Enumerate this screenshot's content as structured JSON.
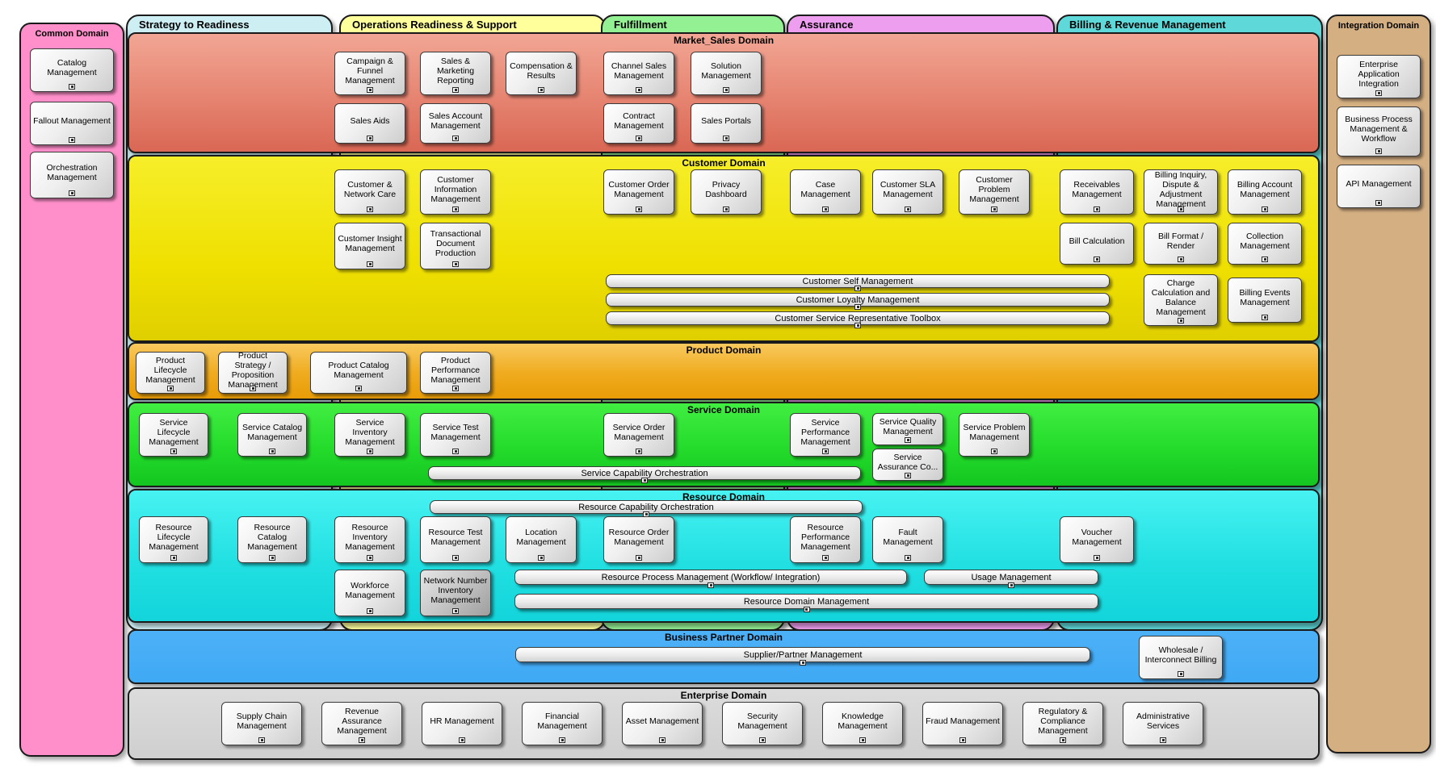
{
  "common": {
    "title": "Common Domain",
    "color": "#FF8FCB",
    "boxes": [
      "Catalog Management",
      "Fallout Management",
      "Orchestration Management"
    ]
  },
  "integration": {
    "title": "Integration Domain",
    "color": "#D4AF82",
    "boxes": [
      "Enterprise Application Integration",
      "Business Process Management & Workflow",
      "API Management"
    ]
  },
  "lanes": [
    {
      "label": "Strategy to Readiness",
      "color": "#CDEEF3"
    },
    {
      "label": "Operations Readiness & Support",
      "color": "#FFFF9C"
    },
    {
      "label": "Fulfillment",
      "color": "#93F093"
    },
    {
      "label": "Assurance",
      "color": "#EE9EEE"
    },
    {
      "label": "Billing & Revenue Management",
      "color": "#5ED8D8"
    }
  ],
  "domains": {
    "market_sales": {
      "title": "Market_Sales Domain",
      "color": "#E88A77",
      "boxes": [
        "Campaign & Funnel Management",
        "Sales & Marketing Reporting",
        "Compensation & Results",
        "Channel Sales Management",
        "Solution Management",
        "Sales Aids",
        "Sales Account Management",
        "Contract Management",
        "Sales Portals"
      ]
    },
    "customer": {
      "title": "Customer Domain",
      "color": "#EFE000",
      "boxes": [
        "Customer & Network Care",
        "Customer Information Management",
        "Customer Order Management",
        "Privacy Dashboard",
        "Case Management",
        "Customer SLA Management",
        "Customer Problem Management",
        "Receivables Management",
        "Billing Inquiry, Dispute & Adjustment Management",
        "Billing Account Management",
        "Customer Insight Management",
        "Transactional Document Production",
        "Bill Calculation",
        "Bill Format / Render",
        "Collection Management",
        "Charge Calculation and Balance Management",
        "Billing Events Management"
      ],
      "bars": [
        "Customer Self Management",
        "Customer Loyalty Management",
        "Customer Service Representative Toolbox"
      ]
    },
    "product": {
      "title": "Product Domain",
      "color": "#F0AB1E",
      "boxes": [
        "Product Lifecycle Management",
        "Product Strategy / Proposition Management",
        "Product Catalog Management",
        "Product Performance Management"
      ]
    },
    "service": {
      "title": "Service Domain",
      "color": "#24DB2B",
      "boxes": [
        "Service Lifecycle Management",
        "Service Catalog Management",
        "Service Inventory Management",
        "Service Test Management",
        "Service Order Management",
        "Service Performance Management",
        "Service Quality Management",
        "Service Problem Management",
        "Service Assurance Co..."
      ],
      "bars": [
        "Service Capability Orchestration"
      ]
    },
    "resource": {
      "title": "Resource Domain",
      "color": "#22E0E2",
      "boxes": [
        "Resource Lifecycle Management",
        "Resource Catalog Management",
        "Resource Inventory Management",
        "Resource Test Management",
        "Location Management",
        "Resource Order Management",
        "Resource Performance Management",
        "Fault Management",
        "Voucher Management",
        "Workforce Management",
        "Network Number Inventory Management"
      ],
      "bars": [
        "Resource Capability Orchestration",
        "Resource Process Management (Workflow/ Integration)",
        "Usage Management",
        "Resource Domain Management"
      ]
    },
    "business_partner": {
      "title": "Business Partner Domain",
      "color": "#3FA9F5",
      "boxes": [
        "Wholesale / Interconnect Billing"
      ],
      "bars": [
        "Supplier/Partner Management"
      ]
    },
    "enterprise": {
      "title": "Enterprise Domain",
      "color": "#D4D4D4",
      "boxes": [
        "Supply Chain Management",
        "Revenue Assurance Management",
        "HR Management",
        "Financial Management",
        "Asset Management",
        "Security Management",
        "Knowledge Management",
        "Fraud Management",
        "Regulatory & Compliance Management",
        "Administrative Services"
      ]
    }
  }
}
